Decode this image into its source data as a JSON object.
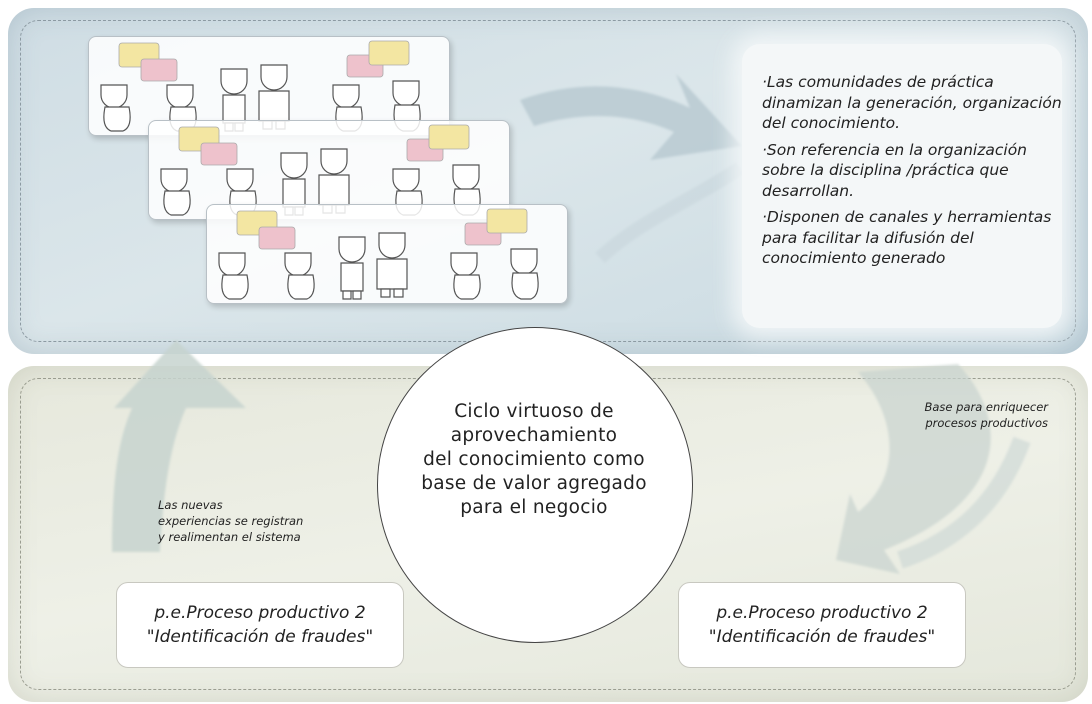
{
  "top_panel": {
    "bullets": [
      "·Las comunidades de práctica dinamizan la generación, organización del conocimiento.",
      "·Son referencia en la organización sobre la disciplina /práctica que desarrollan.",
      "·Disponen de canales y herramientas para facilitar la difusión del conocimiento generado"
    ]
  },
  "center": {
    "lines": [
      "Ciclo virtuoso de",
      "aprovechamiento",
      "del conocimiento como",
      "base de valor agregado",
      "para el negocio"
    ]
  },
  "labels": {
    "left_feedback": [
      "Las nuevas",
      "experiencias se registran",
      "y realimentan el sistema"
    ],
    "right_base": [
      "Base para enriquecer",
      "procesos productivos"
    ]
  },
  "process_left": {
    "line1": "p.e.Proceso productivo 2",
    "line2": "\"Identificación de fraudes\""
  },
  "process_right": {
    "line1": "p.e.Proceso productivo 2",
    "line2": "\"Identificación de fraudes\""
  },
  "colors": {
    "arrow": "#b9cad1",
    "bubble_yellow": "#f3e6a2",
    "bubble_pink": "#eec2cc"
  },
  "icons": [
    "person-icon",
    "speech-bubble-icon",
    "curved-arrow-icon"
  ]
}
